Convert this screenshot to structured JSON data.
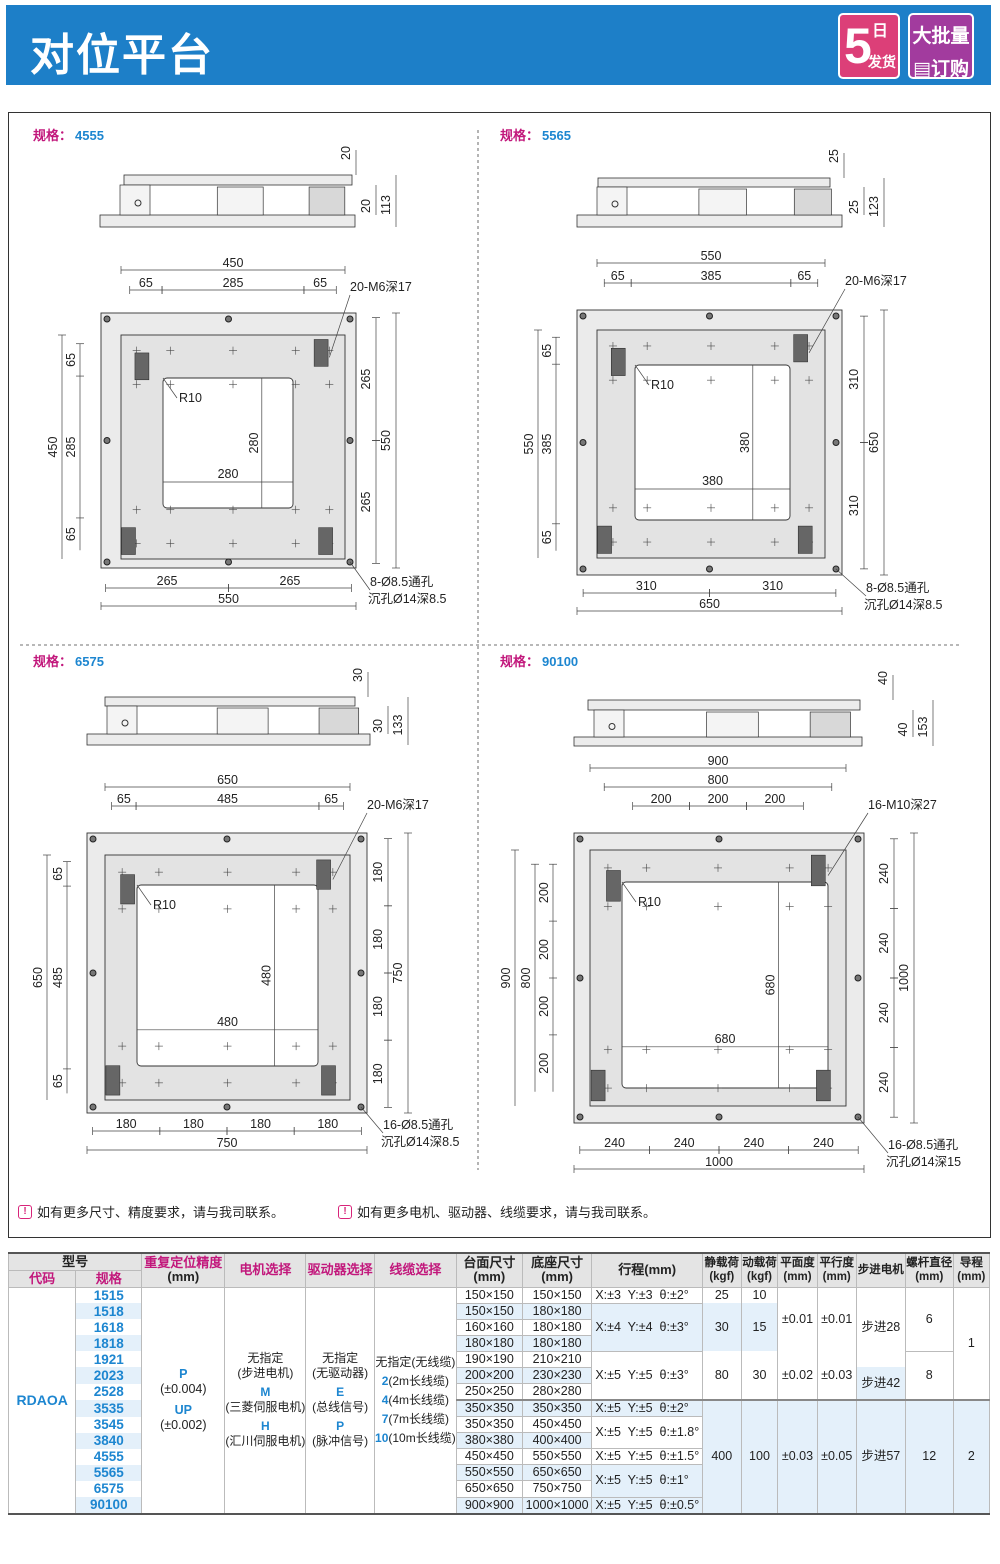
{
  "header": {
    "title": "对位平台",
    "badge_delivery": {
      "number": "5",
      "line1": "日",
      "line2": "发货"
    },
    "badge_bulk": {
      "line1": "大批量",
      "line2": "订购"
    },
    "colors": {
      "bar": "#1d7fc8",
      "badge_delivery": "#dc3f78",
      "badge_bulk": "#a23b9e",
      "spec_label": "#c2187c",
      "spec_value": "#1d86d0"
    }
  },
  "drawings": [
    {
      "spec_label": "规格：",
      "spec": "4555",
      "side": [
        "20",
        "20",
        "113"
      ],
      "top_rows": [
        [
          "450"
        ],
        [
          "65",
          "285",
          "65"
        ]
      ],
      "left_rows": [
        [
          "450"
        ],
        [
          "65",
          "285",
          "65"
        ]
      ],
      "right_rows": [
        [
          "265",
          "265"
        ],
        [
          "550"
        ]
      ],
      "bottom_rows": [
        [
          "265",
          "265"
        ],
        [
          "550"
        ]
      ],
      "inner_w": "280",
      "inner_h": "280",
      "radius": "R10",
      "tap_note": "20-M6深17",
      "hole_note": [
        "8-Ø8.5通孔",
        "沉孔Ø14深8.5"
      ]
    },
    {
      "spec_label": "规格：",
      "spec": "5565",
      "side": [
        "25",
        "25",
        "123"
      ],
      "top_rows": [
        [
          "550"
        ],
        [
          "65",
          "385",
          "65"
        ]
      ],
      "left_rows": [
        [
          "550"
        ],
        [
          "65",
          "385",
          "65"
        ]
      ],
      "right_rows": [
        [
          "310",
          "310"
        ],
        [
          "650"
        ]
      ],
      "bottom_rows": [
        [
          "310",
          "310"
        ],
        [
          "650"
        ]
      ],
      "inner_w": "380",
      "inner_h": "380",
      "radius": "R10",
      "tap_note": "20-M6深17",
      "hole_note": [
        "8-Ø8.5通孔",
        "沉孔Ø14深8.5"
      ]
    },
    {
      "spec_label": "规格：",
      "spec": "6575",
      "side": [
        "30",
        "30",
        "133"
      ],
      "top_rows": [
        [
          "650"
        ],
        [
          "65",
          "485",
          "65"
        ]
      ],
      "left_rows": [
        [
          "650"
        ],
        [
          "65",
          "485",
          "65"
        ]
      ],
      "right_rows": [
        [
          "180",
          "180",
          "180",
          "180"
        ],
        [
          "750"
        ]
      ],
      "bottom_rows": [
        [
          "180",
          "180",
          "180",
          "180"
        ],
        [
          "750"
        ]
      ],
      "inner_w": "480",
      "inner_h": "480",
      "radius": "R10",
      "tap_note": "20-M6深17",
      "hole_note": [
        "16-Ø8.5通孔",
        "沉孔Ø14深8.5"
      ]
    },
    {
      "spec_label": "规格：",
      "spec": "90100",
      "side": [
        "40",
        "40",
        "153"
      ],
      "top_rows": [
        [
          "900"
        ],
        [
          "800"
        ],
        [
          "200",
          "200",
          "200"
        ]
      ],
      "left_rows": [
        [
          "900"
        ],
        [
          "800"
        ],
        [
          "200",
          "200",
          "200",
          "200"
        ]
      ],
      "right_rows": [
        [
          "240",
          "240",
          "240",
          "240"
        ],
        [
          "1000"
        ]
      ],
      "bottom_rows": [
        [
          "240",
          "240",
          "240",
          "240"
        ],
        [
          "1000"
        ]
      ],
      "inner_w": "680",
      "inner_h": "680",
      "radius": "R10",
      "tap_note": "16-M10深27",
      "hole_note": [
        "16-Ø8.5通孔",
        "沉孔Ø14深15"
      ]
    }
  ],
  "notes": [
    "如有更多尺寸、精度要求，请与我司联系。",
    "如有更多电机、驱动器、线缆要求，请与我司联系。"
  ],
  "table": {
    "headers": {
      "model": "型号",
      "code": "代码",
      "spec": "规格",
      "precision": [
        "重复定位精度",
        "(mm)"
      ],
      "motor": "电机选择",
      "driver": "驱动器选择",
      "cable": "线缆选择",
      "table_size": [
        "台面尺寸",
        "(mm)"
      ],
      "base_size": [
        "底座尺寸",
        "(mm)"
      ],
      "stroke": "行程(mm)",
      "static_load": [
        "静载荷",
        "(kgf)"
      ],
      "dynamic_load": [
        "动载荷",
        "(kgf)"
      ],
      "flatness": [
        "平面度",
        "(mm)"
      ],
      "parallelism": [
        "平行度",
        "(mm)"
      ],
      "stepper": "步进电机",
      "screw_dia": [
        "螺杆直径",
        "(mm)"
      ],
      "lead": [
        "导程",
        "(mm)"
      ]
    },
    "code": "RDAOA",
    "precision_options": [
      {
        "code": "P",
        "label": "(±0.004)"
      },
      {
        "code": "UP",
        "label": "(±0.002)"
      }
    ],
    "motor_options": [
      {
        "code": "",
        "label": "无指定"
      },
      {
        "code": "",
        "label": "(步进电机)"
      },
      {
        "code": "M",
        "label": "(三菱伺服电机)"
      },
      {
        "code": "H",
        "label": "(汇川伺服电机)"
      }
    ],
    "driver_options": [
      {
        "code": "",
        "label": "无指定"
      },
      {
        "code": "",
        "label": "(无驱动器)"
      },
      {
        "code": "E",
        "label": "(总线信号)"
      },
      {
        "code": "P",
        "label": "(脉冲信号)"
      }
    ],
    "cable_options": [
      {
        "code": "",
        "label": "无指定(无线缆)"
      },
      {
        "code": "2",
        "label": "(2m长线缆)"
      },
      {
        "code": "4",
        "label": "(4m长线缆)"
      },
      {
        "code": "7",
        "label": "(7m长线缆)"
      },
      {
        "code": "10",
        "label": "(10m长线缆)"
      }
    ],
    "rows": [
      {
        "spec": "1515",
        "table_size": "150×150",
        "base_size": "150×150"
      },
      {
        "spec": "1518",
        "table_size": "150×150",
        "base_size": "180×180"
      },
      {
        "spec": "1618",
        "table_size": "160×160",
        "base_size": "180×180"
      },
      {
        "spec": "1818",
        "table_size": "180×180",
        "base_size": "180×180"
      },
      {
        "spec": "1921",
        "table_size": "190×190",
        "base_size": "210×210"
      },
      {
        "spec": "2023",
        "table_size": "200×200",
        "base_size": "230×230"
      },
      {
        "spec": "2528",
        "table_size": "250×250",
        "base_size": "280×280"
      },
      {
        "spec": "3535",
        "table_size": "350×350",
        "base_size": "350×350"
      },
      {
        "spec": "3545",
        "table_size": "350×350",
        "base_size": "450×450"
      },
      {
        "spec": "3840",
        "table_size": "380×380",
        "base_size": "400×400"
      },
      {
        "spec": "4555",
        "table_size": "450×450",
        "base_size": "550×550"
      },
      {
        "spec": "5565",
        "table_size": "550×550",
        "base_size": "650×650"
      },
      {
        "spec": "6575",
        "table_size": "650×650",
        "base_size": "750×750"
      },
      {
        "spec": "90100",
        "table_size": "900×900",
        "base_size": "1000×1000"
      }
    ],
    "stroke": [
      {
        "span": 1,
        "value": "X:±3  Y:±3  θ:±2°"
      },
      {
        "span": 3,
        "value": "X:±4  Y:±4  θ:±3°"
      },
      {
        "span": 3,
        "value": "X:±5  Y:±5  θ:±3°"
      },
      {
        "span": 1,
        "value": "X:±5  Y:±5  θ:±2°"
      },
      {
        "span": 2,
        "value": "X:±5  Y:±5  θ:±1.8°"
      },
      {
        "span": 1,
        "value": "X:±5  Y:±5  θ:±1.5°"
      },
      {
        "span": 2,
        "value": "X:±5  Y:±5  θ:±1°"
      },
      {
        "span": 1,
        "value": "X:±5  Y:±5  θ:±0.5°"
      }
    ],
    "static_load": [
      {
        "span": 1,
        "value": "25"
      },
      {
        "span": 3,
        "value": "30"
      },
      {
        "span": 3,
        "value": "80"
      },
      {
        "span": 7,
        "value": "400"
      }
    ],
    "dynamic_load": [
      {
        "span": 1,
        "value": "10"
      },
      {
        "span": 3,
        "value": "15"
      },
      {
        "span": 3,
        "value": "30"
      },
      {
        "span": 7,
        "value": "100"
      }
    ],
    "flatness": [
      {
        "span": 4,
        "value": "±0.01"
      },
      {
        "span": 3,
        "value": "±0.02"
      },
      {
        "span": 7,
        "value": "±0.03"
      }
    ],
    "parallelism": [
      {
        "span": 4,
        "value": "±0.01"
      },
      {
        "span": 3,
        "value": "±0.03"
      },
      {
        "span": 7,
        "value": "±0.05"
      }
    ],
    "stepper": [
      {
        "span": 5,
        "value": "步进28"
      },
      {
        "span": 2,
        "value": "步进42"
      },
      {
        "span": 7,
        "value": "步进57"
      }
    ],
    "screw_dia": [
      {
        "span": 4,
        "value": "6"
      },
      {
        "span": 3,
        "value": "8"
      },
      {
        "span": 7,
        "value": "12"
      }
    ],
    "lead": [
      {
        "span": 7,
        "value": "1"
      },
      {
        "span": 7,
        "value": "2"
      }
    ]
  }
}
